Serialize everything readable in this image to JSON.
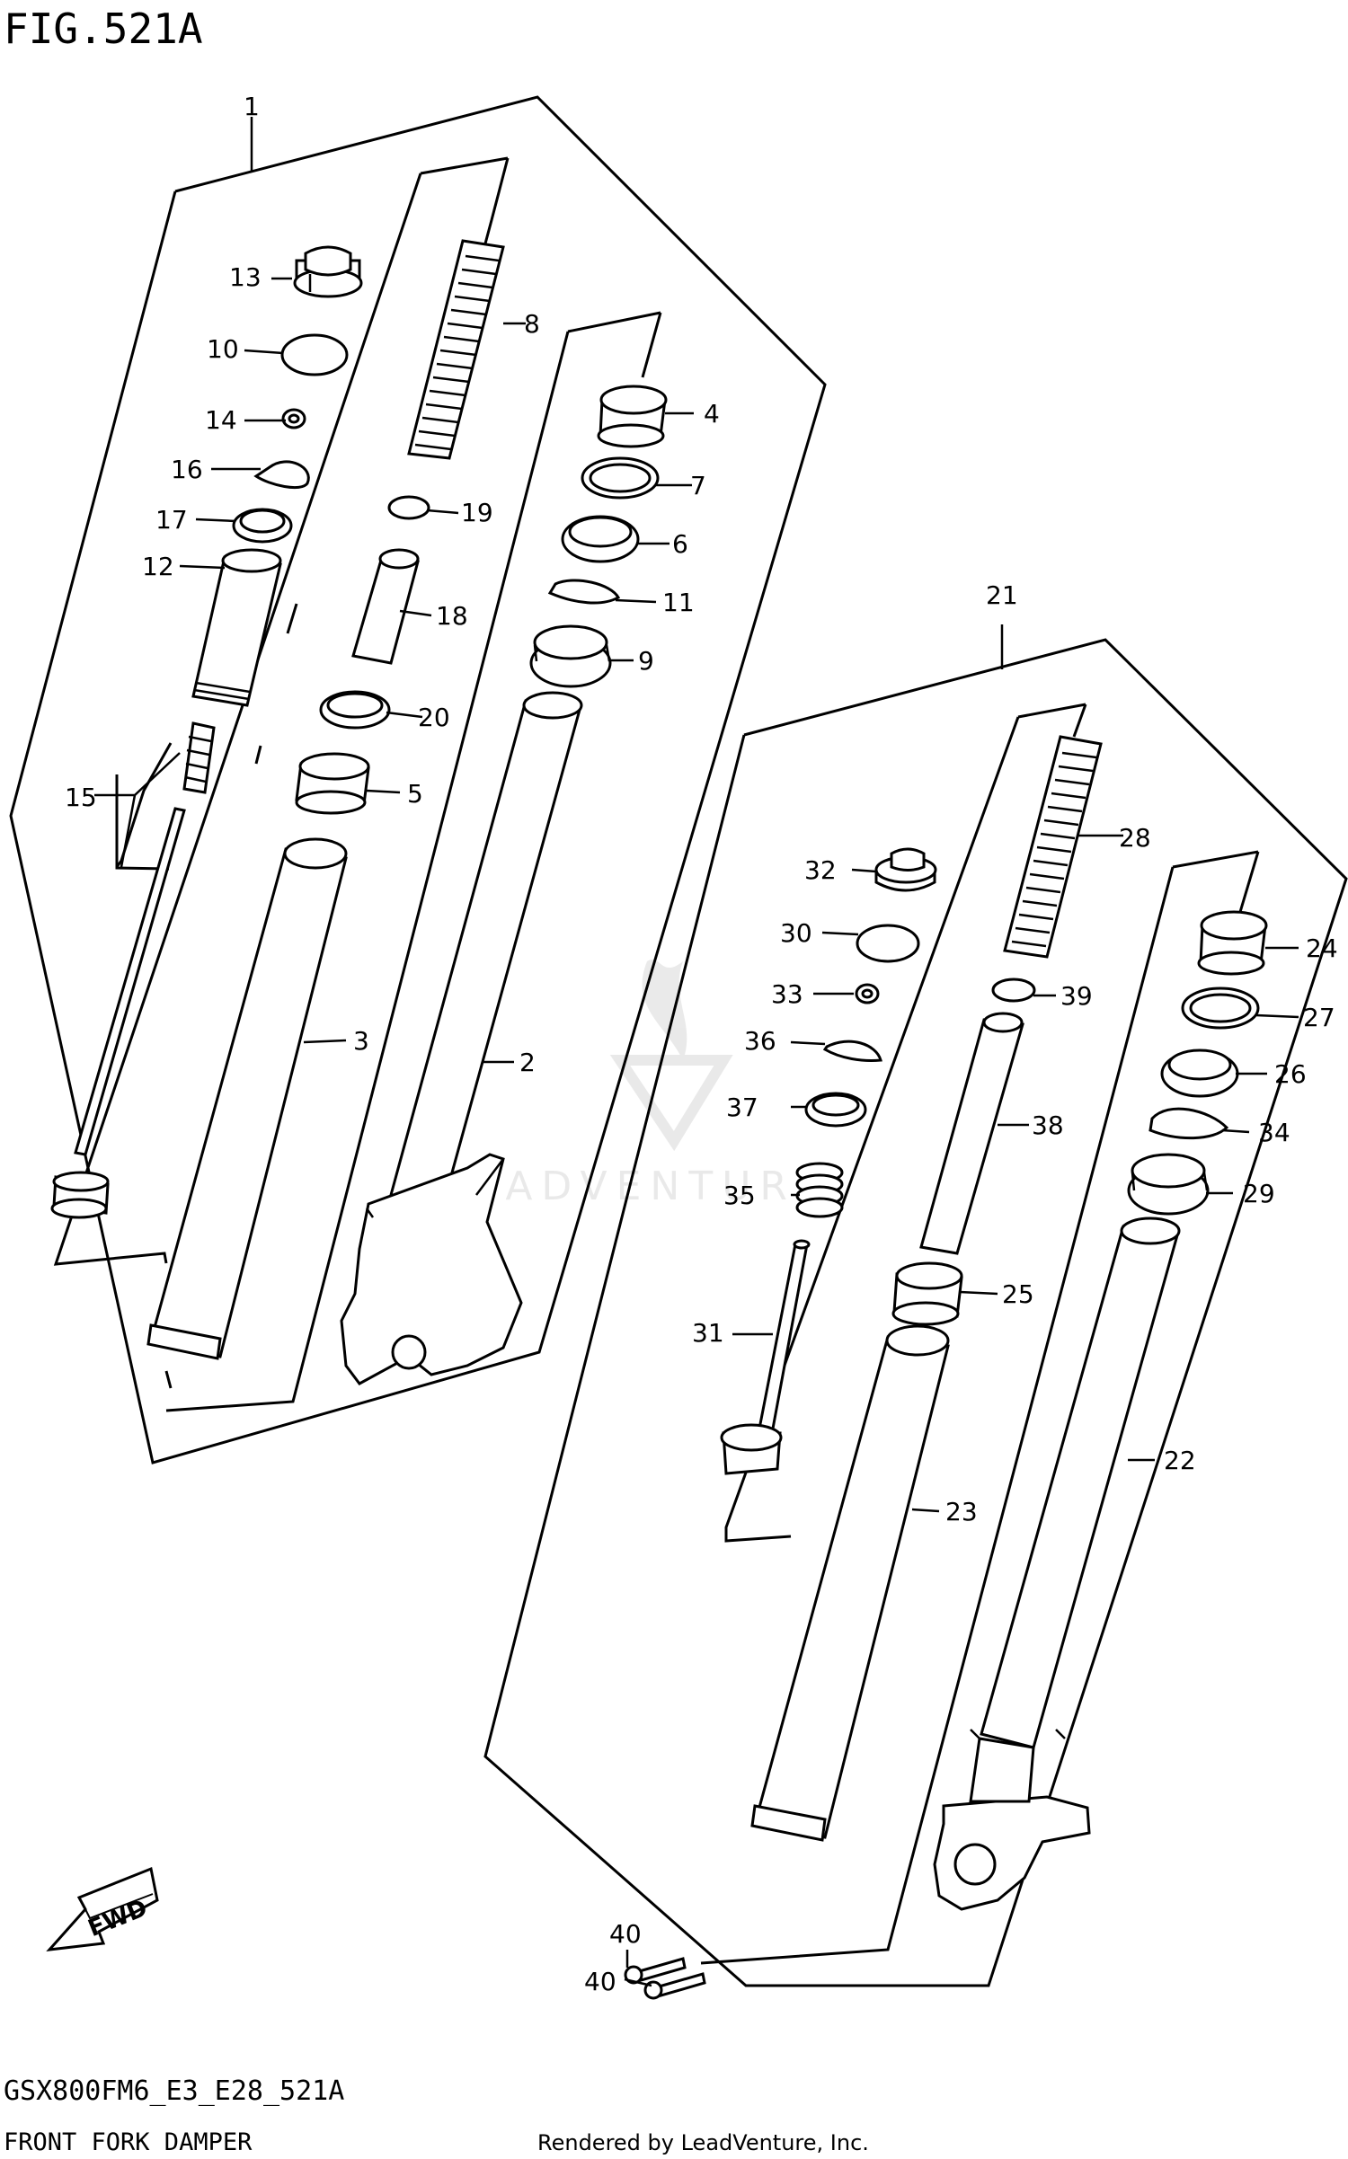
{
  "figure": {
    "title": "FIG.521A",
    "model_code": "GSX800FM6_E3_E28_521A",
    "caption": "FRONT FORK DAMPER",
    "rendered_by": "Rendered by LeadVenture, Inc.",
    "watermark": "LEADVENTURE",
    "fwd_label": "FWD"
  },
  "callouts": {
    "c1": "1",
    "c2": "2",
    "c3": "3",
    "c4": "4",
    "c5": "5",
    "c6": "6",
    "c7": "7",
    "c8": "8",
    "c9": "9",
    "c10": "10",
    "c11": "11",
    "c12": "12",
    "c13": "13",
    "c14": "14",
    "c15": "15",
    "c16": "16",
    "c17": "17",
    "c18": "18",
    "c19": "19",
    "c20": "20",
    "c21": "21",
    "c22": "22",
    "c23": "23",
    "c24": "24",
    "c25": "25",
    "c26": "26",
    "c27": "27",
    "c28": "28",
    "c29": "29",
    "c30": "30",
    "c31": "31",
    "c32": "32",
    "c33": "33",
    "c34": "34",
    "c35": "35",
    "c36": "36",
    "c37": "37",
    "c38": "38",
    "c39": "39",
    "c40a": "40",
    "c40b": "40"
  }
}
